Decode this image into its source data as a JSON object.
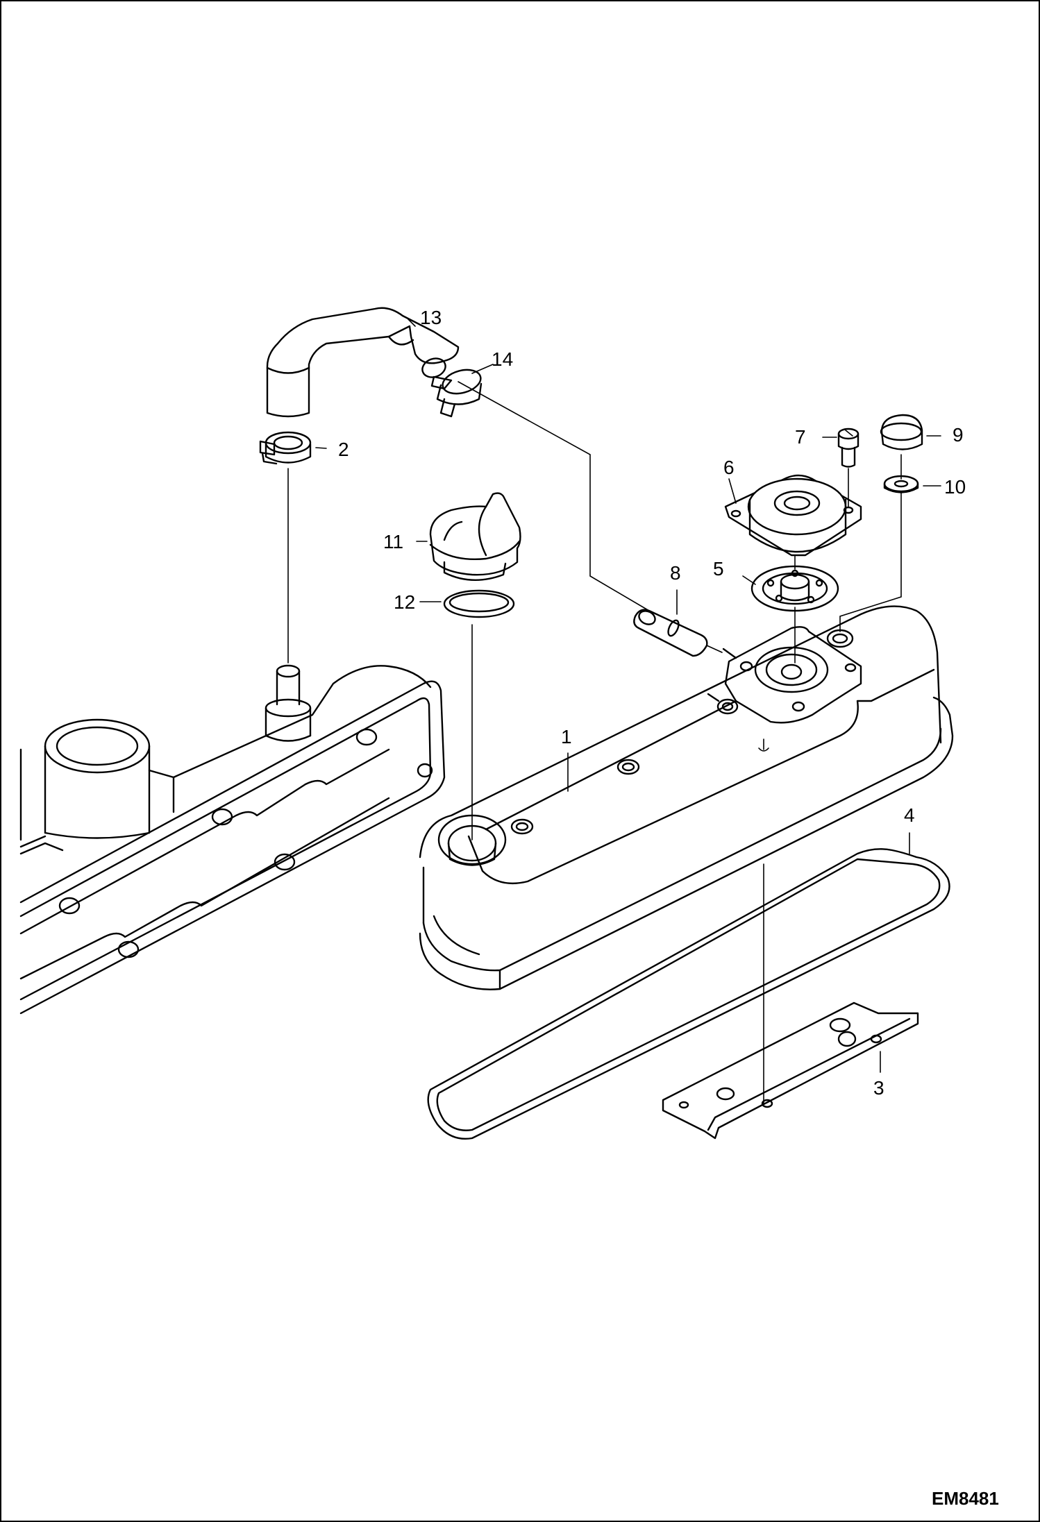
{
  "diagram": {
    "drawing_code": "EM8481",
    "callouts": [
      {
        "id": "c1",
        "label": "1"
      },
      {
        "id": "c2",
        "label": "2"
      },
      {
        "id": "c3",
        "label": "3"
      },
      {
        "id": "c4",
        "label": "4"
      },
      {
        "id": "c5",
        "label": "5"
      },
      {
        "id": "c6",
        "label": "6"
      },
      {
        "id": "c7",
        "label": "7"
      },
      {
        "id": "c8",
        "label": "8"
      },
      {
        "id": "c9",
        "label": "9"
      },
      {
        "id": "c10",
        "label": "10"
      },
      {
        "id": "c11",
        "label": "11"
      },
      {
        "id": "c12",
        "label": "12"
      },
      {
        "id": "c13",
        "label": "13"
      },
      {
        "id": "c14",
        "label": "14"
      }
    ]
  }
}
